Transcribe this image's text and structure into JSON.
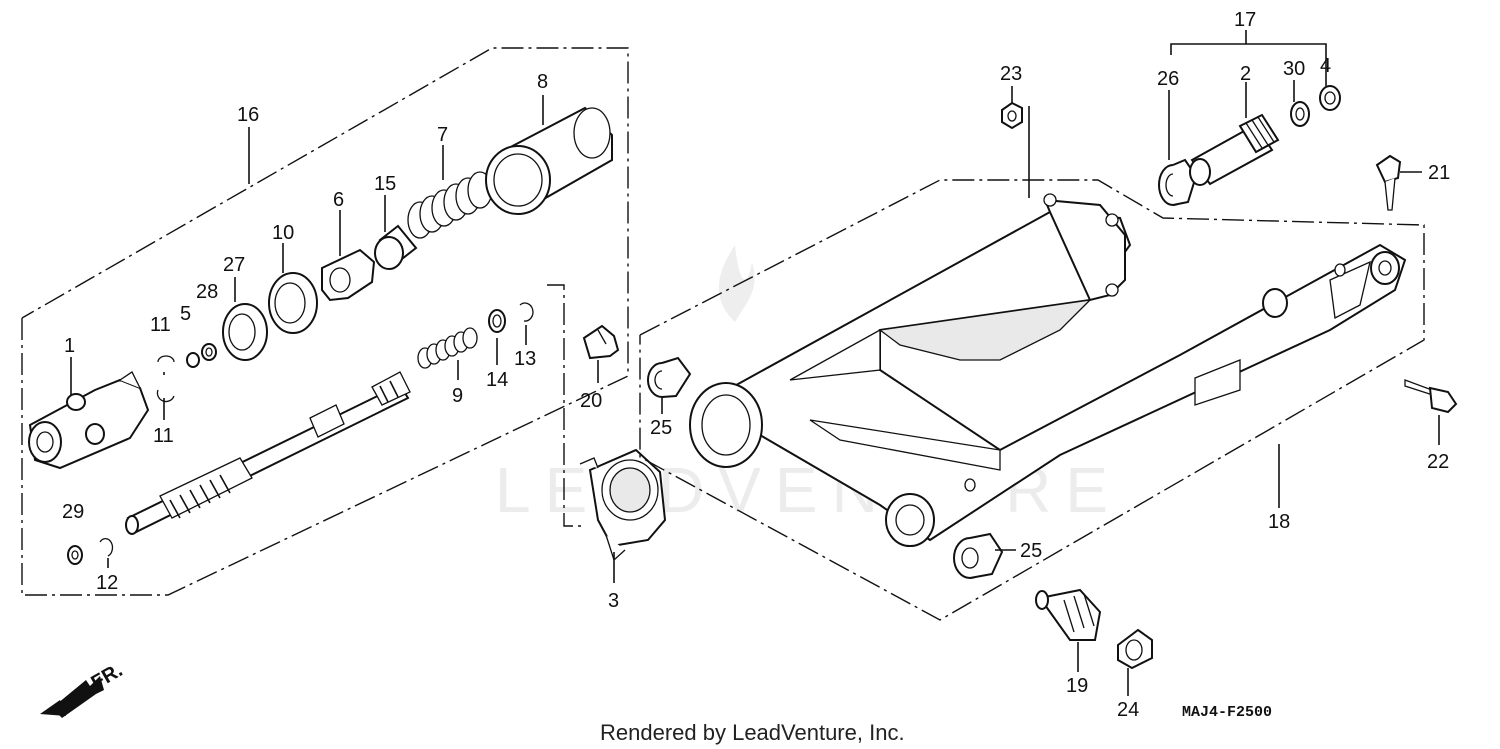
{
  "diagram": {
    "watermark": "LEADVENTURE",
    "direction_label": "FR.",
    "diagram_code": "MAJ4-F2500",
    "footer_text": "Rendered by LeadVenture, Inc.",
    "part_labels": {
      "p1": "1",
      "p2": "2",
      "p3": "3",
      "p4": "4",
      "p5": "5",
      "p6": "6",
      "p7": "7",
      "p8": "8",
      "p9": "9",
      "p10": "10",
      "p11a": "11",
      "p11b": "11",
      "p12": "12",
      "p13": "13",
      "p14": "14",
      "p15": "15",
      "p16": "16",
      "p17": "17",
      "p18": "18",
      "p19": "19",
      "p20": "20",
      "p21": "21",
      "p22": "22",
      "p23": "23",
      "p24": "24",
      "p25a": "25",
      "p25b": "25",
      "p26": "26",
      "p27": "27",
      "p28": "28",
      "p29": "29",
      "p30": "30"
    }
  }
}
